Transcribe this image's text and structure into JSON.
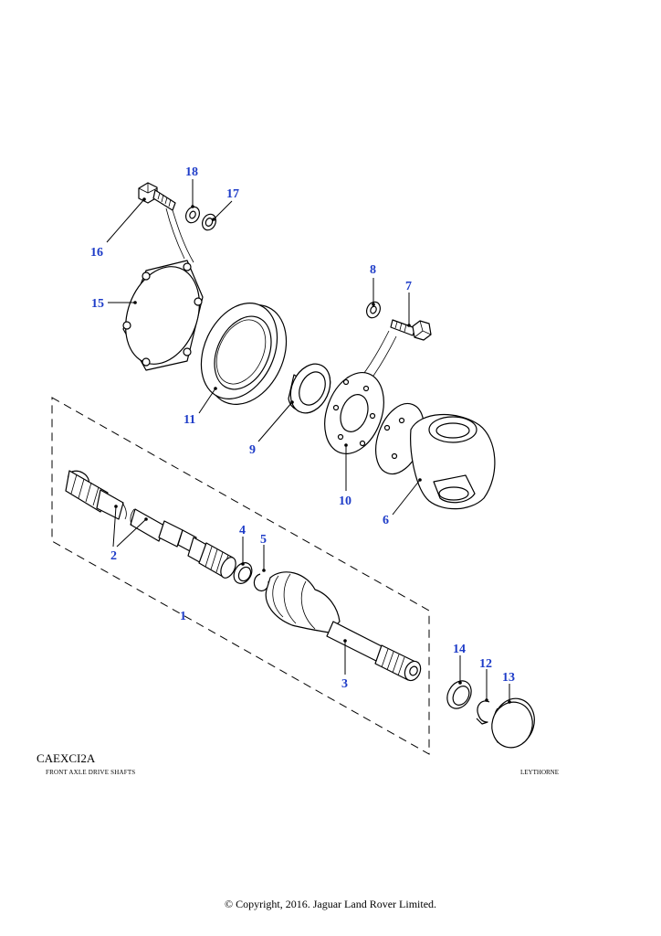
{
  "diagram": {
    "code": "CAEXCI2A",
    "caption_left": "FRONT AXLE  DRIVE SHAFTS",
    "caption_right": "LEYTHORNE",
    "copyright": "© Copyright, 2016. Jaguar Land Rover Limited.",
    "callouts": {
      "c1": "1",
      "c2": "2",
      "c3": "3",
      "c4": "4",
      "c5": "5",
      "c6": "6",
      "c7": "7",
      "c8": "8",
      "c9": "9",
      "c10": "10",
      "c11": "11",
      "c12": "12",
      "c13": "13",
      "c14": "14",
      "c15": "15",
      "c16": "16",
      "c17": "17",
      "c18": "18"
    },
    "colors": {
      "callout": "#1e3cc8",
      "line": "#000000"
    }
  }
}
